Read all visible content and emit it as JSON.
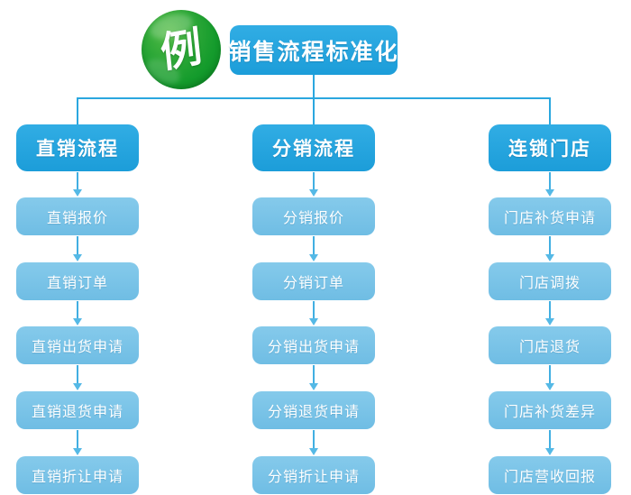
{
  "badge": {
    "label": "例"
  },
  "title": "销售流程标准化",
  "columns": [
    {
      "header": "直销流程",
      "items": [
        "直销报价",
        "直销订单",
        "直销出货申请",
        "直销退货申请",
        "直销折让申请"
      ]
    },
    {
      "header": "分销流程",
      "items": [
        "分销报价",
        "分销订单",
        "分销出货申请",
        "分销退货申请",
        "分销折让申请"
      ]
    },
    {
      "header": "连锁门店",
      "items": [
        "门店补货申请",
        "门店调拨",
        "门店退货",
        "门店补货差异",
        "门店营收回报"
      ]
    }
  ],
  "colors": {
    "header_blue": "#22A5DE",
    "item_blue": "#79C3E7",
    "connector_blue": "#2AA7DF",
    "arrow_blue": "#41AFE2",
    "badge_green": "#149B2C",
    "text_white": "#FFFFFF"
  }
}
